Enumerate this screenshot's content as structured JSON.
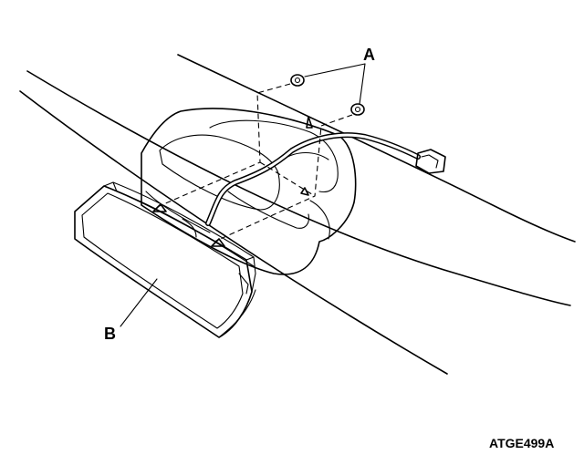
{
  "labels": {
    "part_a": "A",
    "part_b": "B",
    "figure_code": "ATGE499A"
  }
}
